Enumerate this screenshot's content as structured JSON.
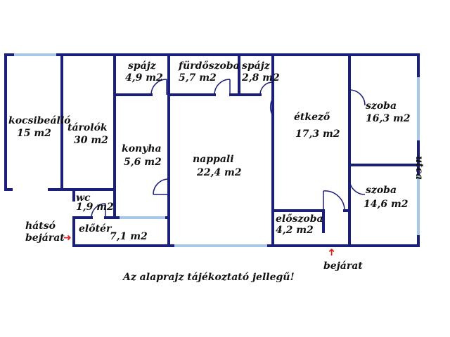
{
  "rooms": {
    "kocsibeallo": {
      "name": "kocsibeálló",
      "area": "15 m2"
    },
    "tarolok": {
      "name": "tárolók",
      "area": "30 m2"
    },
    "spajz1": {
      "name": "spájz",
      "area": "4,9 m2"
    },
    "furdoszoba": {
      "name": "fürdőszoba",
      "area": "5,7 m2"
    },
    "spajz2": {
      "name": "spájz",
      "area": "2,8 m2"
    },
    "etkezo": {
      "name": "étkező",
      "area": "17,3 m2"
    },
    "szoba1": {
      "name": "szoba",
      "area": "16,3 m2"
    },
    "konyha": {
      "name": "konyha",
      "area": "5,6 m2"
    },
    "nappali": {
      "name": "nappali",
      "area": "22,4 m2"
    },
    "wc": {
      "name": "wc",
      "area": "1,9 m2"
    },
    "szoba2": {
      "name": "szoba",
      "area": "14,6 m2"
    },
    "eloter": {
      "name": "előtér",
      "area": "7,1 m2"
    },
    "eloszoba": {
      "name": "előszoba",
      "area": "4,2 m2"
    }
  },
  "labels": {
    "utca": "utca",
    "hatso": "hátsó",
    "bejarat_back": "bejárat",
    "bejarat_front": "bejárat",
    "disclaimer": "Az alaprajz tájékoztató jellegű!"
  },
  "colors": {
    "wall": "#1a1f7a",
    "window": "#a8c8e8",
    "arrow": "#e02020"
  },
  "icons": {
    "entrance_arrow": "red-arrow-icon"
  }
}
